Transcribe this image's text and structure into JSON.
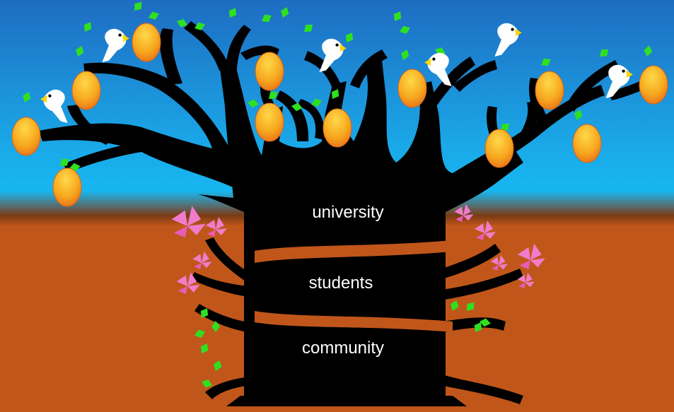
{
  "tree": {
    "labels": {
      "upper": "university",
      "middle": "students",
      "lower": "community"
    }
  },
  "colors": {
    "sky_top": "#1f6fc4",
    "sky_bottom": "#19b7f0",
    "soil": "#c0561a",
    "soil_dark": "#7a3210",
    "tree": "#000000",
    "fruit": "#f5a020",
    "fruit_light": "#ffd24a",
    "leaf": "#33dd22",
    "blossom": "#f07ccb",
    "bird": "#ffffff"
  },
  "icons": [
    "mango-icon",
    "leaf-icon",
    "bird-icon",
    "blossom-icon"
  ]
}
